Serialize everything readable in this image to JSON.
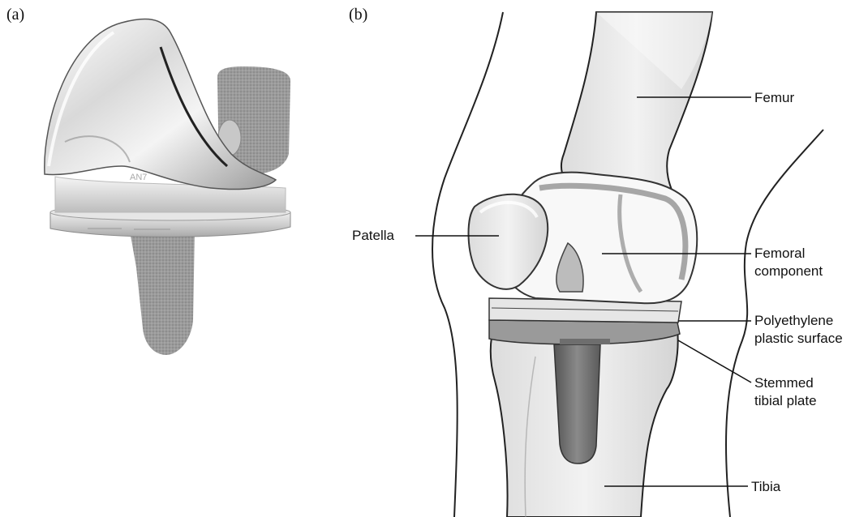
{
  "panels": {
    "a_label": "(a)",
    "b_label": "(b)"
  },
  "labels": {
    "femur": "Femur",
    "patella": "Patella",
    "femoral_component": [
      "Femoral",
      "component"
    ],
    "polyethylene": [
      "Polyethylene",
      "plastic surface"
    ],
    "tibial_plate": [
      "Stemmed",
      "tibial plate"
    ],
    "tibia": "Tibia"
  },
  "photo_marks": {
    "engraving": "AN7"
  }
}
